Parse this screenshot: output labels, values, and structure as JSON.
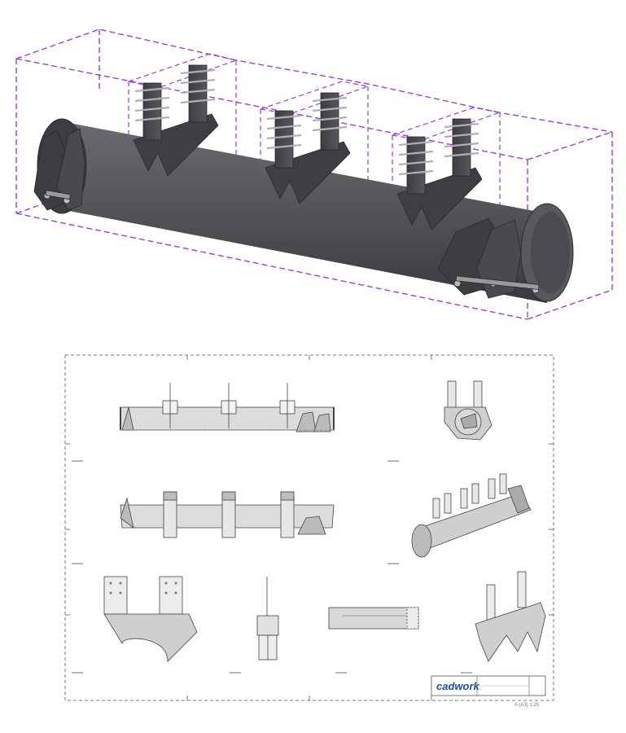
{
  "colors": {
    "steel_dark": "#4a4a4e",
    "steel_mid": "#5c5c61",
    "steel_light": "#7a7a80",
    "bbox": "#9b3fd6",
    "sheet_line": "#555555",
    "part_fill": "#d6d6d6",
    "logo_blue": "#1c4fa8"
  },
  "icons": {
    "logo": "cadwork-logo",
    "iso_model": "steel-beam-3d-model"
  },
  "title_block": {
    "logo_text": "cadwork"
  },
  "handwritten_note": "A (A3) 1:25"
}
